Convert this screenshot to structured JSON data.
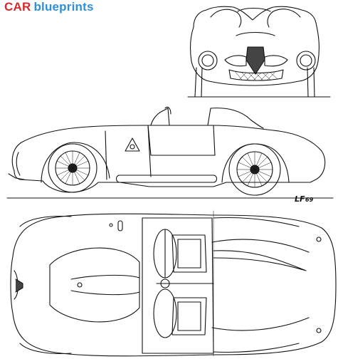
{
  "logo": {
    "brand": "CAR",
    "suffix": "blueprints",
    "brand_color": "#d62a2a",
    "suffix_color": "#2f8fd9"
  },
  "views": {
    "front": "front-view",
    "side": "side-view",
    "top": "top-view"
  },
  "signature": {
    "initials": "LF",
    "year": "69"
  },
  "line_color": "#111111"
}
